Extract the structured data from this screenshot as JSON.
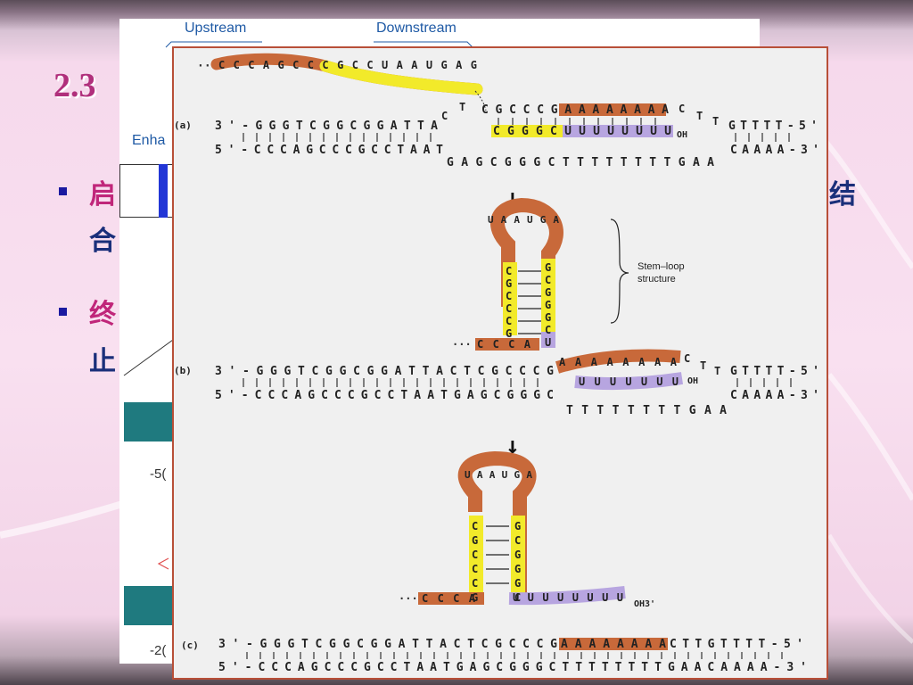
{
  "slide": {
    "title_number": "2.3",
    "bullets": [
      {
        "line1": "启",
        "line2": "合",
        "line1_end": "结"
      },
      {
        "line1": "终",
        "line2": "止"
      }
    ]
  },
  "underlying_figure": {
    "upstream_label": "Upstream",
    "downstream_label": "Downstream",
    "enhancer_fragment": "Enha",
    "pos_a": "-5(",
    "pos_b": "-2("
  },
  "diagram": {
    "top_rna": "CCCAGCCCGCCUAAUGAG",
    "panel_a": {
      "label": "(a)",
      "dna_top": "3'-GGGTCGGCGGATTA",
      "dna_bottom": "5'-CCCAGCCCGCCTAAT",
      "bubble_top": "CGCCCGAAAAAAAA",
      "hybrid": "CGGGCUUUUUUUU",
      "oh": "OH",
      "right_top": "GTTTT-5'",
      "right_bottom": "CAAAA-3'",
      "bottom_arc": "GAGCGGGCTTTTTTTTGAA"
    },
    "stem_loop_label_1": "Stem–loop",
    "stem_loop_label_2": "structure",
    "hairpin_left": "CGCCCG",
    "hairpin_right": "GCGGGC",
    "hairpin_loop": "UAAUGA",
    "tail_5": "CCCA",
    "panel_b": {
      "label": "(b)",
      "dna_top": "3'-GGGTCGGCGGATTACTCGCCCG",
      "dna_bottom": "5'-CCCAGCCCGCCTAATGAGCGGGC",
      "a_run": "AAAAAAAA",
      "u_run": "UUUUUUU",
      "oh": "OH",
      "right_top": "GTTTT-5'",
      "right_bottom": "CAAAA-3'",
      "bottom_arc": "TTTTTTTTGAA"
    },
    "panel_c": {
      "label": "(c)",
      "u_tail": "UUUUUUUU",
      "oh3": "OH3'",
      "dna_top_left": "3'-GGGTCGGCGGATTACTCGCCCG",
      "dna_top_a": "AAAAAAAA",
      "dna_top_right": "CTTGTTTT-5'",
      "dna_bottom": "5'-CCCAGCCCGCCTAATGAGCGGGCTTTTTTTTGAACAAAA-3'"
    },
    "colors": {
      "orange": "#c8693a",
      "yellow": "#f2ea2a",
      "lavender": "#b7a5e0",
      "panel_border": "#b84f38"
    }
  }
}
